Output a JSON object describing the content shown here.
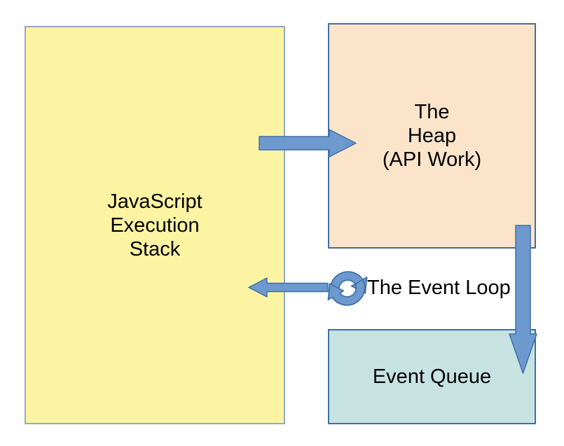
{
  "boxes": {
    "stack": {
      "lines": [
        "JavaScript",
        "Execution",
        "Stack"
      ],
      "fill": "#FCF4A3",
      "border_color": "#93A9C8"
    },
    "heap": {
      "lines": [
        "The",
        "Heap",
        "(API Work)"
      ],
      "fill": "#FCE4CB",
      "border_color": "#3E6FA5"
    },
    "queue": {
      "lines": [
        "Event Queue"
      ],
      "fill": "#C6E3E2",
      "border_color": "#3E6FA5"
    }
  },
  "labels": {
    "event_loop": "The Event Loop"
  },
  "arrows": [
    {
      "name": "stack-to-heap",
      "direction": "right"
    },
    {
      "name": "loop-to-stack",
      "direction": "left"
    },
    {
      "name": "heap-to-queue",
      "direction": "down"
    }
  ],
  "icons": {
    "event_loop": "circular-sync-arrows"
  },
  "colors": {
    "arrow_fill": "#6E99CE",
    "arrow_stroke": "#3E70A8",
    "text": "#000000",
    "background": "#FFFFFF"
  }
}
